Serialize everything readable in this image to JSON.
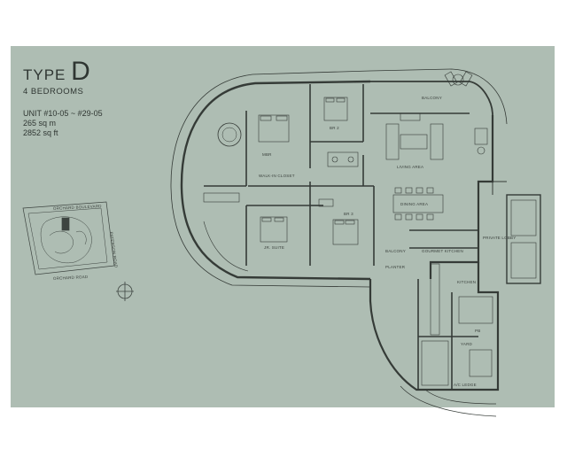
{
  "type_prefix": "TYPE",
  "type_letter": "D",
  "bedrooms": "4 BEDROOMS",
  "unit": "UNIT #10-05 ~ #29-05",
  "area_sqm": "265 sq m",
  "area_sqft": "2852 sq ft",
  "rooms": {
    "balcony_top": "BALCONY",
    "br2": "BR 2",
    "master": "MBR",
    "walkin": "WALK-IN\nCLOSET",
    "living": "LIVING AREA",
    "dining": "DINING AREA",
    "br3": "BR 3",
    "jr_suite": "JR. SUITE",
    "balcony_low": "BALCONY",
    "planter": "PLANTER",
    "gourmet": "GOURMET\nKITCHEN",
    "private_lobby": "PRIVATE\nLOBBY",
    "kitchen": "KITCHEN",
    "yard": "YARD",
    "ac_ledge": "A/C LEDGE",
    "pb": "PB"
  },
  "site_map": {
    "road_top": "ORCHARD BOULEVARD",
    "road_right": "PATERSON ROAD",
    "road_bottom": "ORCHARD ROAD"
  }
}
